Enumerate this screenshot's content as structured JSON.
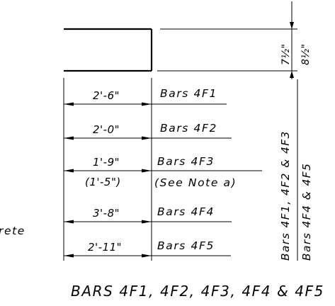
{
  "dimensions": {
    "f1": "2'-6\"",
    "f2": "2'-0\"",
    "f3": "1'-9\"",
    "f3_alt": "(1'-5\")",
    "f4": "3'-8\"",
    "f5": "2'-11\""
  },
  "bar_labels": {
    "f1": "Bars 4F1",
    "f2": "Bars 4F2",
    "f3": "Bars 4F3",
    "f3_note": "(See Note a)",
    "f4": "Bars 4F4",
    "f5": "Bars 4F5"
  },
  "vertical_labels": {
    "group_a": "Bars 4F1, 4F2 & 4F3",
    "group_b": "Bars 4F4 & 4F5"
  },
  "thickness": {
    "inner": "7½\"",
    "outer": "8½\""
  },
  "side_label": "rete",
  "title": "BARS 4F1, 4F2, 4F3, 4F4 & 4F5"
}
